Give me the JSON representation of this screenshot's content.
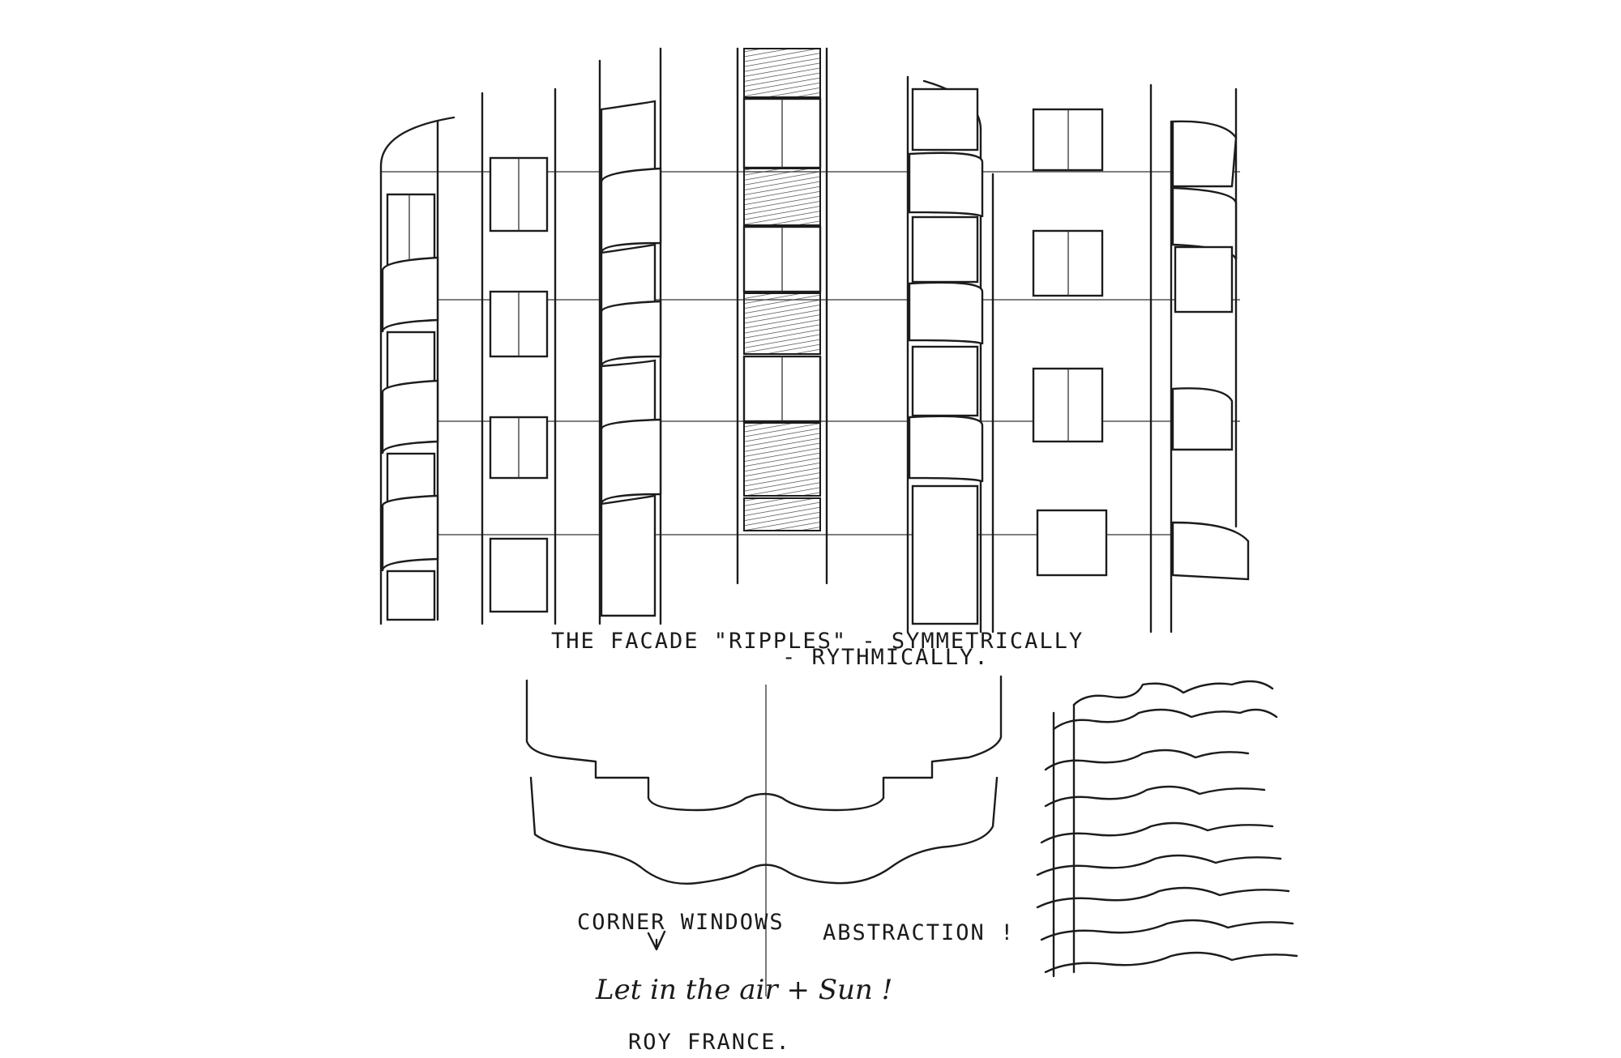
{
  "notes": {
    "ripples_line1": "THE FACADE \"RIPPLES\" - SYMMETRICALLY",
    "ripples_line2": "- RYTHMICALLY.",
    "corner_windows": "CORNER WINDOWS",
    "abstraction": "ABSTRACTION !",
    "let_in": "Let in the air + Sun !",
    "author": "ROY FRANCE."
  }
}
